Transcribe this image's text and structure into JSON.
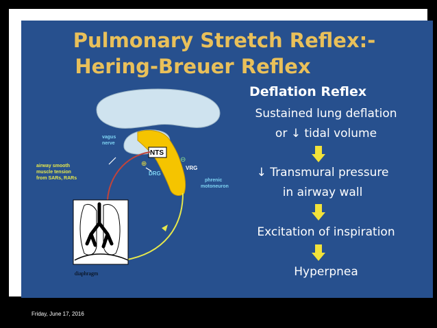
{
  "title": {
    "line1": "Pulmonary Stretch Reflex:-",
    "line2": "Hering-Breuer Reflex"
  },
  "flow": {
    "heading": "Deflation Reflex",
    "step1_line1": "Sustained lung deflation",
    "step1_line2": "or ↓ tidal volume",
    "step2_line1": "↓ Transmural pressure",
    "step2_line2": "in airway wall",
    "step3": "Excitation of inspiration",
    "step4": "Hyperpnea"
  },
  "diagram": {
    "vagus_label_1": "vagus",
    "vagus_label_2": "nerve",
    "airway_label_1": "airway smooth",
    "airway_label_2": "muscle tension",
    "airway_label_3": "from SARs, RARs",
    "nts_label": "NTS",
    "dre_label": "DRG",
    "vrg_label": "VRG",
    "plus_sign": "⊕",
    "minus_sign": "⊖",
    "phrenic_label_1": "phrenic",
    "phrenic_label_2": "motoneuron",
    "diaphragm_label": "diaphragm"
  },
  "footer": {
    "date": "Friday, June 17, 2016"
  },
  "colors": {
    "background_blue": "#27508e",
    "title_gold": "#e9c05a",
    "arrow_yellow": "#f2e23a",
    "brain_light": "#cfe3ef",
    "brainstem_yellow": "#f5c400",
    "label_cyan": "#7fd4f3",
    "pathway_yellow": "#e7e84c",
    "pathway_red": "#c2443a"
  }
}
